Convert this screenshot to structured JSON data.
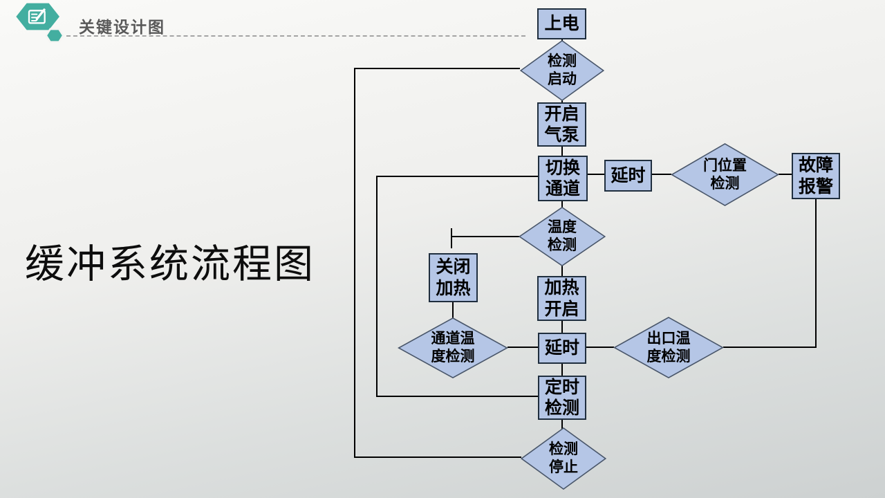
{
  "header": {
    "icon": "hexagon-document-pen",
    "title": "关键设计图"
  },
  "main_title": "缓冲系统流程图",
  "colors": {
    "accent_teal": "#43aea0",
    "header_text": "#595959",
    "node_fill": "#b5c6e6",
    "rect_border": "#1f2e3e",
    "diamond_border": "#49566a",
    "connector": "#000000",
    "background_top": "#fafaf8",
    "background_bottom": "#cdd1d1"
  },
  "flowchart": {
    "nodes": [
      {
        "id": "power-on",
        "shape": "rect",
        "label": "上电"
      },
      {
        "id": "detect-start",
        "shape": "diamond",
        "label": "检测\n启动"
      },
      {
        "id": "open-air-pump",
        "shape": "rect",
        "label": "开启\n气泵"
      },
      {
        "id": "switch-channel",
        "shape": "rect",
        "label": "切换\n通道"
      },
      {
        "id": "delay-1",
        "shape": "rect",
        "label": "延时"
      },
      {
        "id": "door-position-detect",
        "shape": "diamond",
        "label": "门位置\n检测"
      },
      {
        "id": "fault-alarm",
        "shape": "rect",
        "label": "故障\n报警"
      },
      {
        "id": "temp-detect",
        "shape": "diamond",
        "label": "温度\n检测"
      },
      {
        "id": "close-heating",
        "shape": "rect",
        "label": "关闭\n加热"
      },
      {
        "id": "heating-on",
        "shape": "rect",
        "label": "加热\n开启"
      },
      {
        "id": "delay-2",
        "shape": "rect",
        "label": "延时"
      },
      {
        "id": "channel-temp-detect",
        "shape": "diamond",
        "label": "通道温\n度检测"
      },
      {
        "id": "outlet-temp-detect",
        "shape": "diamond",
        "label": "出口温\n度检测"
      },
      {
        "id": "timed-detect",
        "shape": "rect",
        "label": "定时\n检测"
      },
      {
        "id": "stop-detect",
        "shape": "diamond",
        "label": "检测\n停止"
      }
    ],
    "edges": [
      {
        "from": "power-on",
        "to": "detect-start"
      },
      {
        "from": "detect-start",
        "to": "open-air-pump"
      },
      {
        "from": "open-air-pump",
        "to": "switch-channel"
      },
      {
        "from": "switch-channel",
        "to": "delay-1"
      },
      {
        "from": "delay-1",
        "to": "door-position-detect"
      },
      {
        "from": "door-position-detect",
        "to": "fault-alarm"
      },
      {
        "from": "fault-alarm",
        "to": "outlet-temp-detect"
      },
      {
        "from": "switch-channel",
        "to": "temp-detect"
      },
      {
        "from": "temp-detect",
        "to": "close-heating"
      },
      {
        "from": "temp-detect",
        "to": "heating-on"
      },
      {
        "from": "close-heating",
        "to": "channel-temp-detect"
      },
      {
        "from": "channel-temp-detect",
        "to": "delay-2"
      },
      {
        "from": "heating-on",
        "to": "delay-2"
      },
      {
        "from": "delay-2",
        "to": "outlet-temp-detect"
      },
      {
        "from": "delay-2",
        "to": "timed-detect"
      },
      {
        "from": "switch-channel",
        "to": "timed-detect"
      },
      {
        "from": "timed-detect",
        "to": "stop-detect"
      },
      {
        "from": "stop-detect",
        "to": "detect-start"
      }
    ]
  }
}
